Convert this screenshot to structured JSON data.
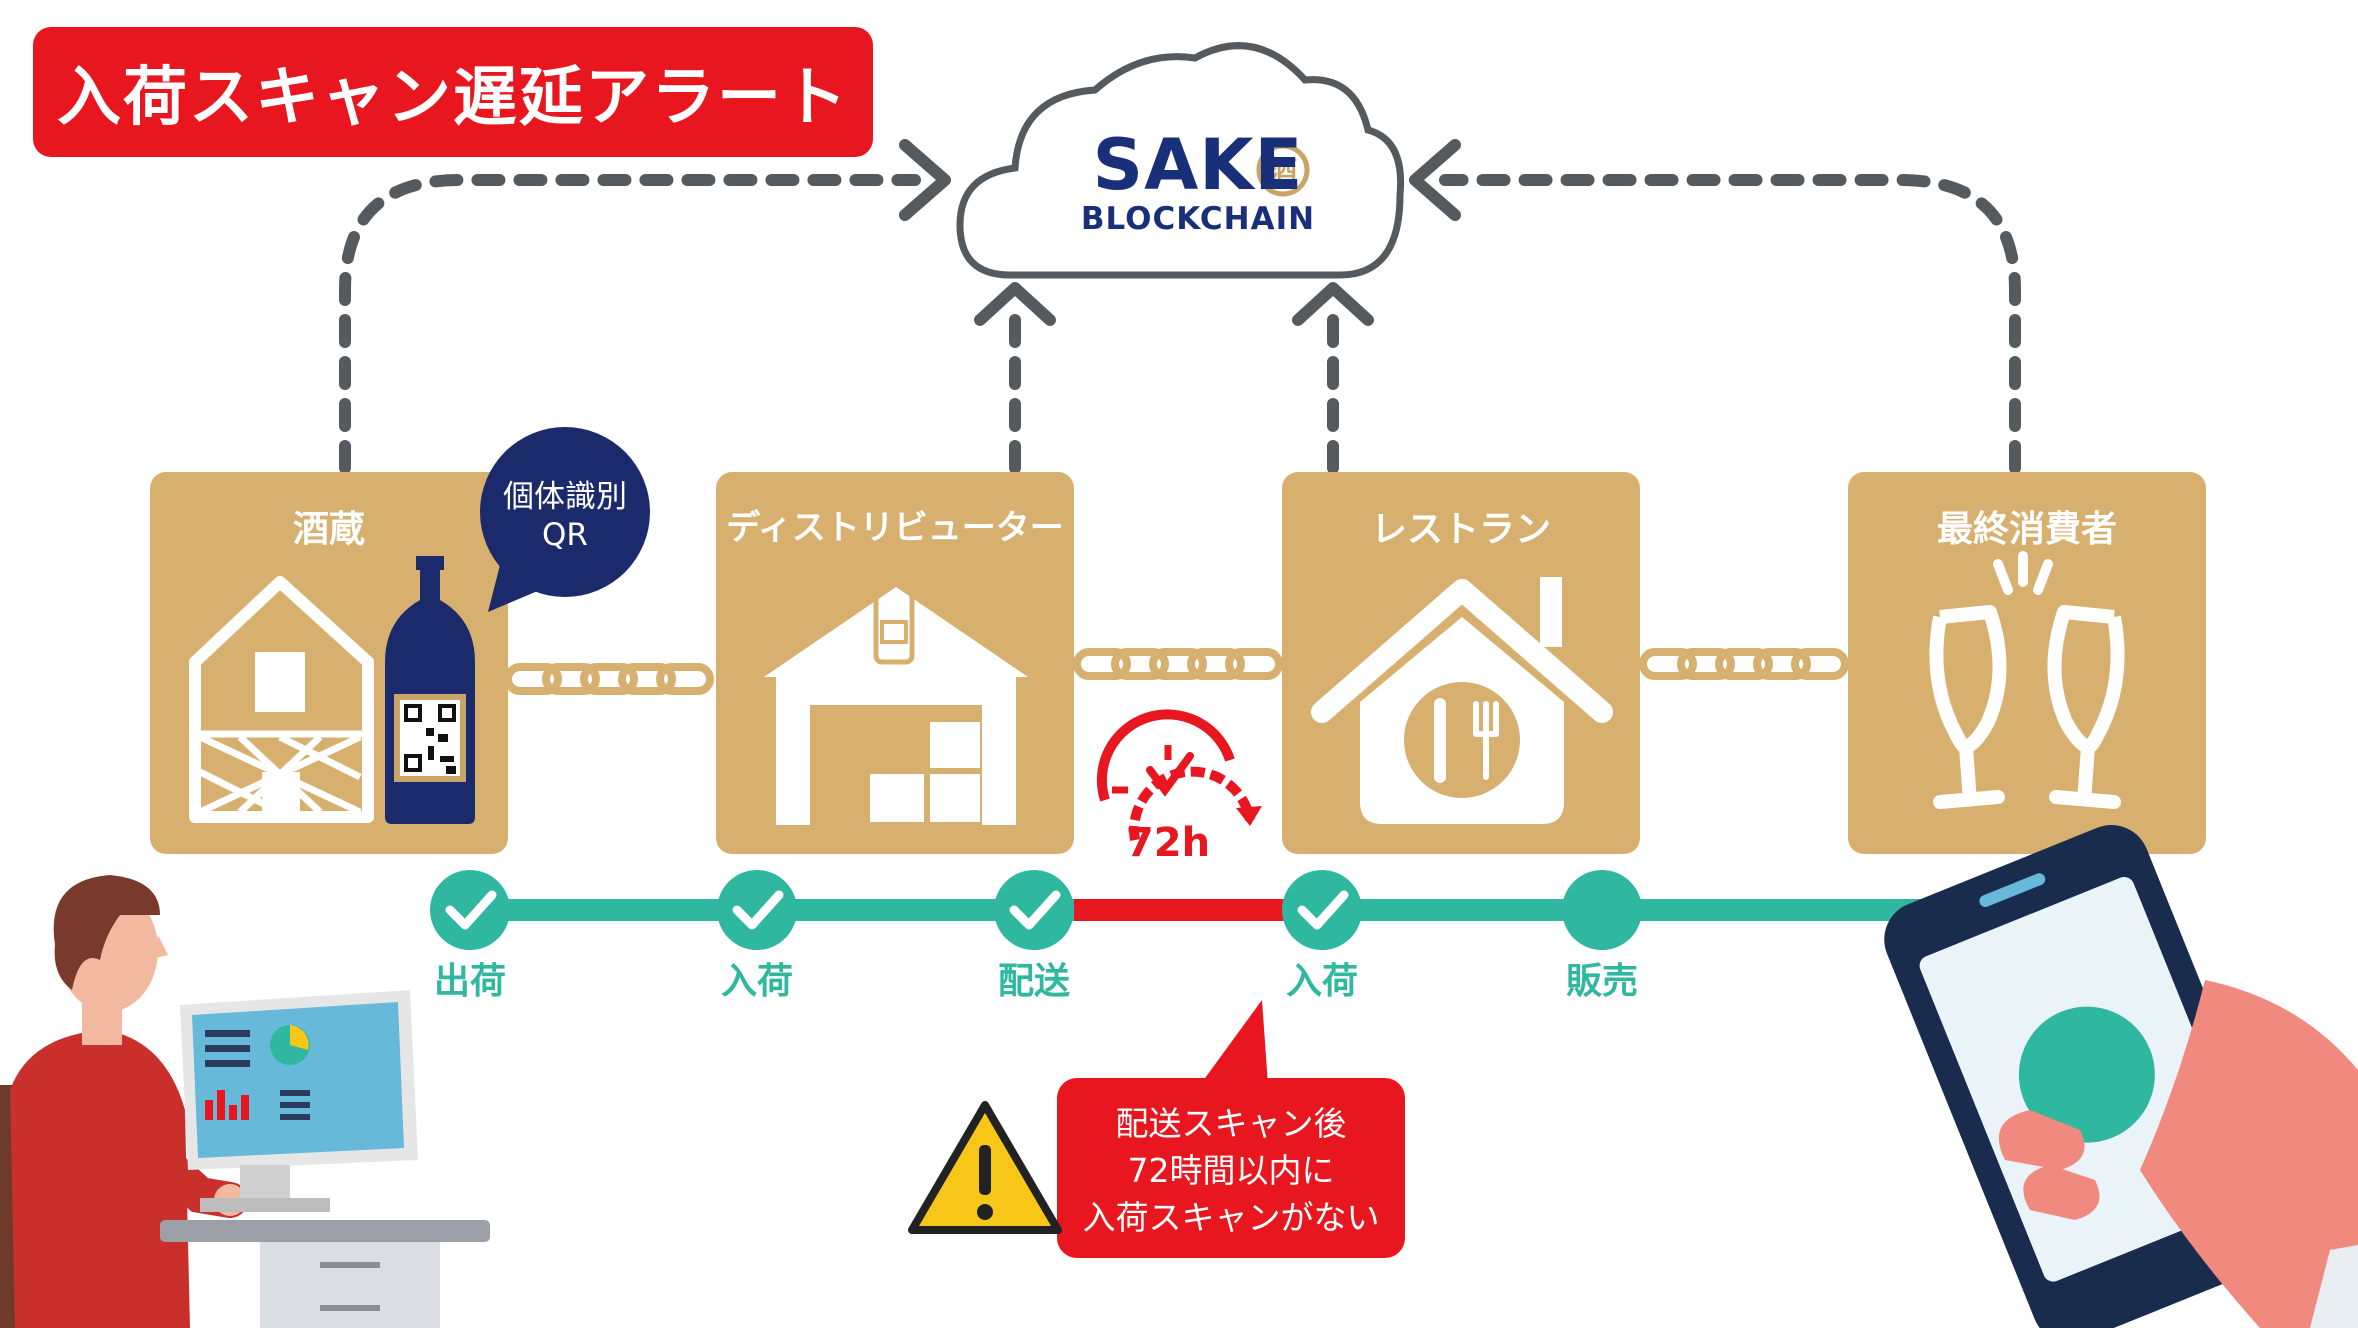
{
  "title": "入荷スキャン遅延アラート",
  "cloud": {
    "brand": "SAKE",
    "sub": "BLOCKCHAIN",
    "seal_char": "酒"
  },
  "stages": [
    {
      "label": "酒蔵"
    },
    {
      "label": "ディストリビューター"
    },
    {
      "label": "レストラン"
    },
    {
      "label": "最終消費者"
    }
  ],
  "qr_bubble": {
    "line1": "個体識別",
    "line2": "QR"
  },
  "timer": {
    "label": "72h"
  },
  "steps": [
    {
      "label": "出荷",
      "checked": true
    },
    {
      "label": "入荷",
      "checked": true
    },
    {
      "label": "配送",
      "checked": true
    },
    {
      "label": "入荷",
      "checked": true
    },
    {
      "label": "販売",
      "checked": false
    }
  ],
  "alert": {
    "line1": "配送スキャン後",
    "line2": "72時間以内に",
    "line3": "入荷スキャンがない"
  },
  "colors": {
    "accent_red": "#e8161e",
    "card_gold": "#d7b06f",
    "timeline_teal": "#2fb79f",
    "brand_navy": "#1a2f7a",
    "warning_yellow": "#f6c619"
  },
  "icons": [
    "cloud-icon",
    "brewery-icon",
    "sake-bottle-icon",
    "qr-code-icon",
    "warehouse-icon",
    "restaurant-icon",
    "toast-glasses-icon",
    "clock-icon",
    "warning-icon",
    "smartphone-icon",
    "monitor-icon",
    "chain-icon"
  ]
}
